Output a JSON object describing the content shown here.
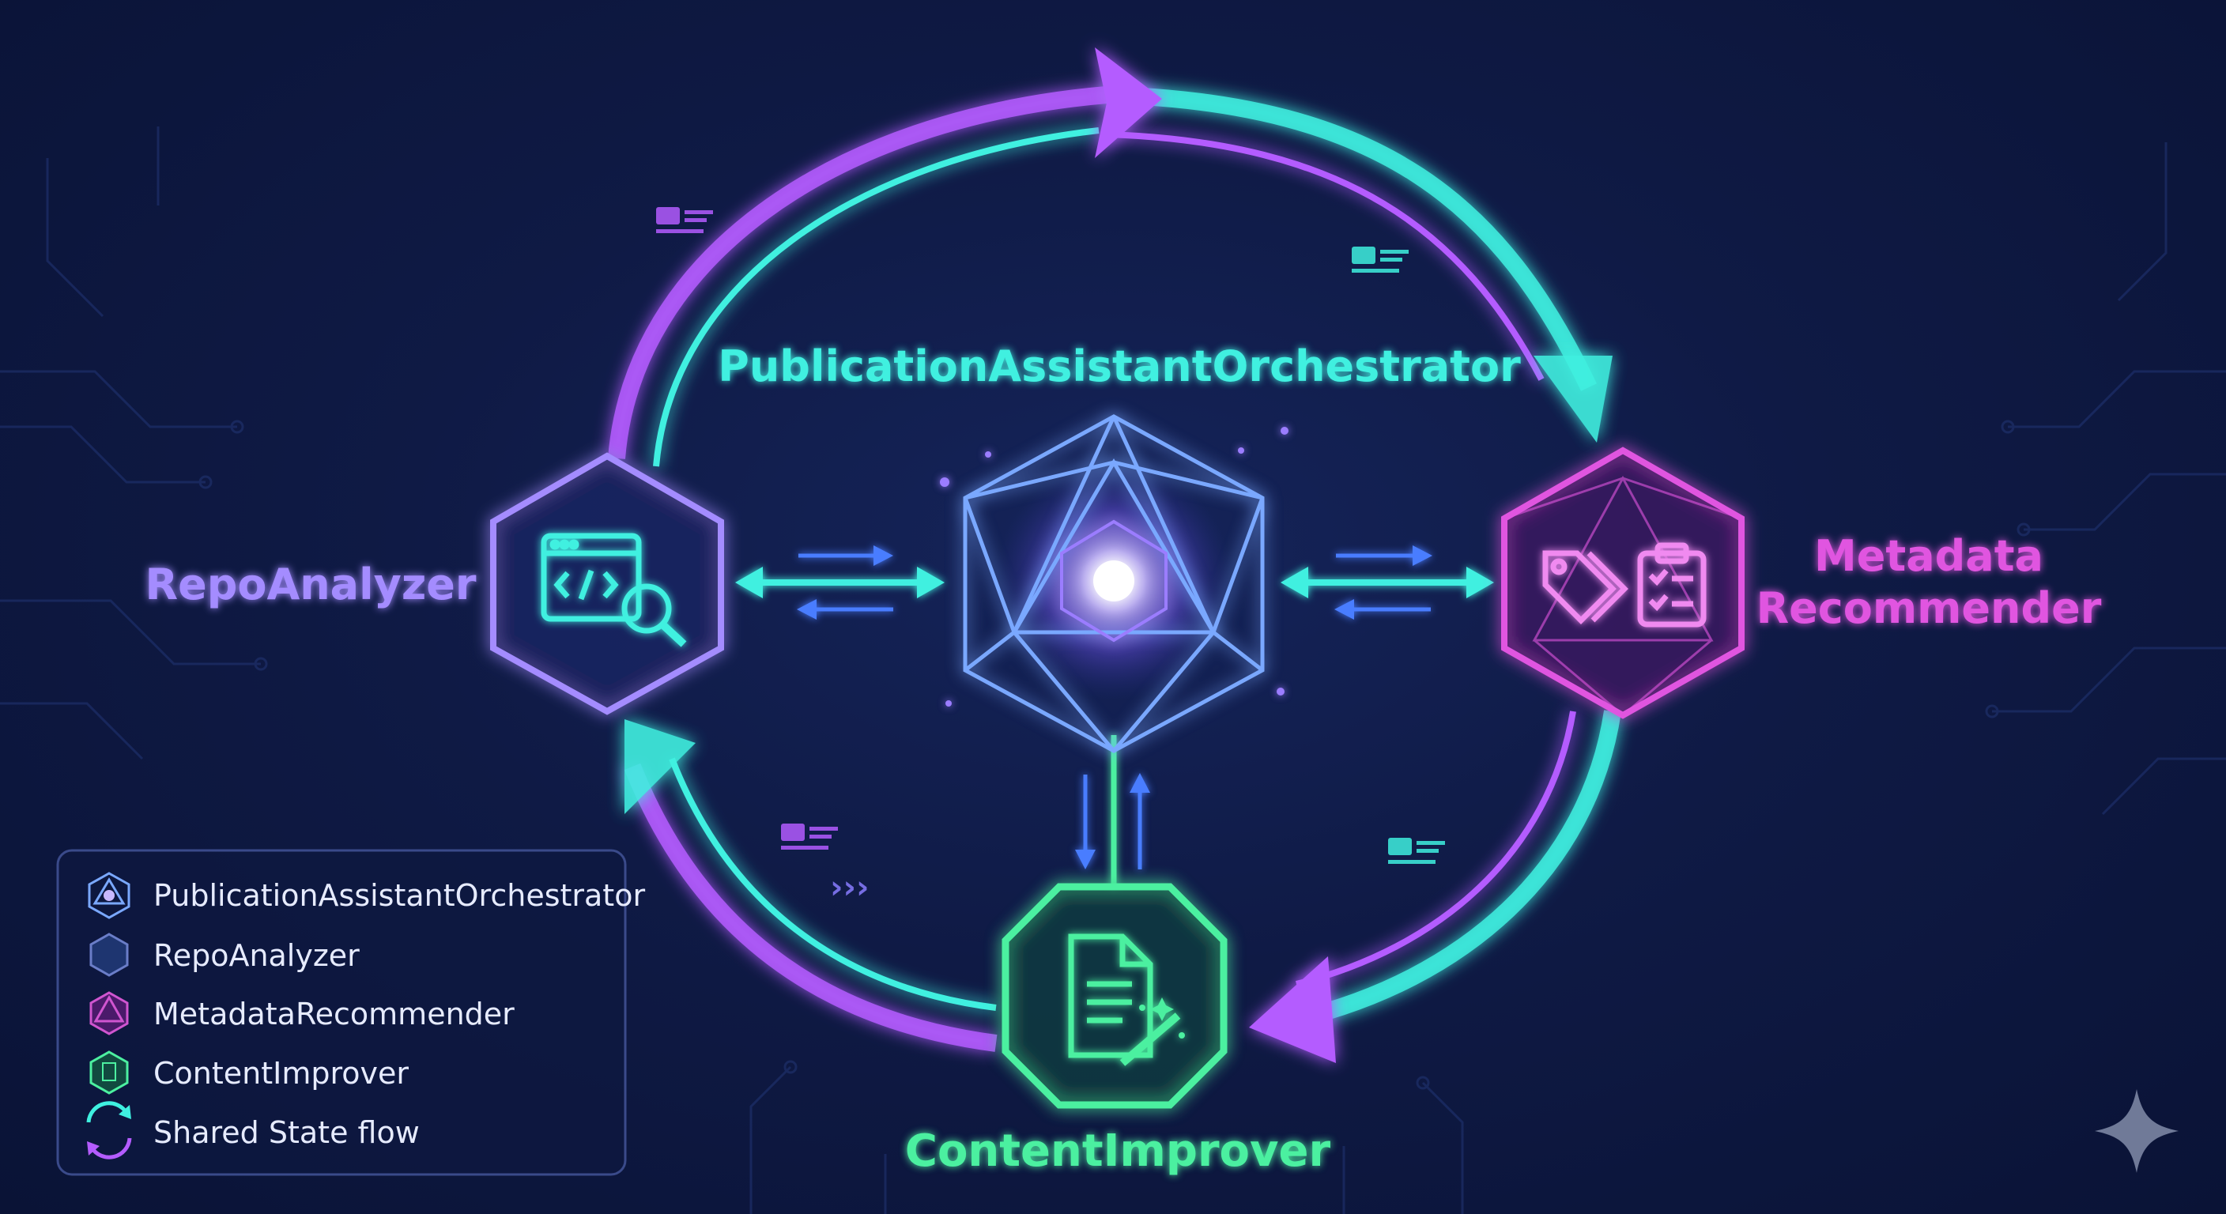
{
  "diagram": {
    "title": "PublicationAssistantOrchestrator",
    "nodes": {
      "orchestrator": {
        "label": "PublicationAssistantOrchestrator",
        "icon": "icosahedron-core-icon",
        "color": "#7aa8ff"
      },
      "repo": {
        "label": "RepoAnalyzer",
        "icon": "code-window-search-icon",
        "color": "#a48cff"
      },
      "metadata": {
        "label_line1": "Metadata",
        "label_line2": "Recommender",
        "icon": "tag-clipboard-icon",
        "color": "#e055e0"
      },
      "content": {
        "label": "ContentImprover",
        "icon": "document-magic-wand-icon",
        "color": "#4cf0a0"
      }
    },
    "colors": {
      "cyan": "#3ff0e0",
      "violet": "#b45cff",
      "magenta": "#e055e0",
      "green": "#4cf0a0",
      "blue": "#4a7dff"
    }
  },
  "legend": {
    "items": [
      {
        "label": "PublicationAssistantOrchestrator",
        "icon": "icosahedron-icon"
      },
      {
        "label": "RepoAnalyzer",
        "icon": "hexagon-icon"
      },
      {
        "label": "MetadataRecommender",
        "icon": "hexagon-icosahedron-icon"
      },
      {
        "label": "ContentImprover",
        "icon": "document-hexagon-icon"
      },
      {
        "label": "Shared State flow",
        "icon": "cycle-arrows-icon"
      }
    ]
  },
  "watermark": {
    "icon": "sparkle-star-icon"
  }
}
